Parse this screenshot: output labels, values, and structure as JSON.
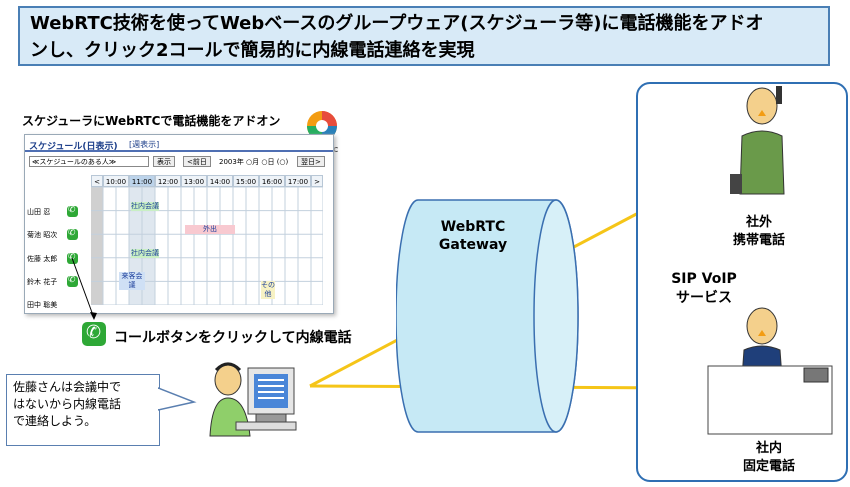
{
  "title": {
    "line1": "WebRTC技術を使ってWebベースのグループウェア(スケジューラ等)に電話機能をアドオ",
    "line2": "ンし、クリック2コールで簡易的に内線電話連絡を実現"
  },
  "scheduler_caption": "スケジューラにWebRTCで電話機能をアドオン",
  "webrtc_logo_text": "WebRTC",
  "scheduler": {
    "header": "スケジュール(日表示)",
    "header_link": "[週表示]",
    "select_value": "≪スケジュールのある人≫",
    "show_button": "表示",
    "prev_button": "<前日",
    "date_text": "2003年 ○月 ○日 (○)",
    "next_button": "翌日>",
    "hours": [
      "<",
      "10:00",
      "11:00",
      "12:00",
      "13:00",
      "14:00",
      "15:00",
      "16:00",
      "17:00",
      ">"
    ],
    "people": [
      "山田 忍",
      "菊池 昭次",
      "佐藤 太郎",
      "鈴木 花子",
      "田中 聡美"
    ],
    "events": [
      "社内会議",
      "外出",
      "社内会議",
      "来客会議",
      "その他"
    ]
  },
  "call_caption": "コールボタンをクリックして内線電話",
  "bubble_text": "佐藤さんは会議中で\nはないから内線電話\nで連絡しよう。",
  "gateway_label": "WebRTC\nGateway",
  "sip_label": "SIP VoIP\nサービス",
  "external_phone_label": "社外\n携帯電話",
  "internal_phone_label": "社内\n固定電話"
}
